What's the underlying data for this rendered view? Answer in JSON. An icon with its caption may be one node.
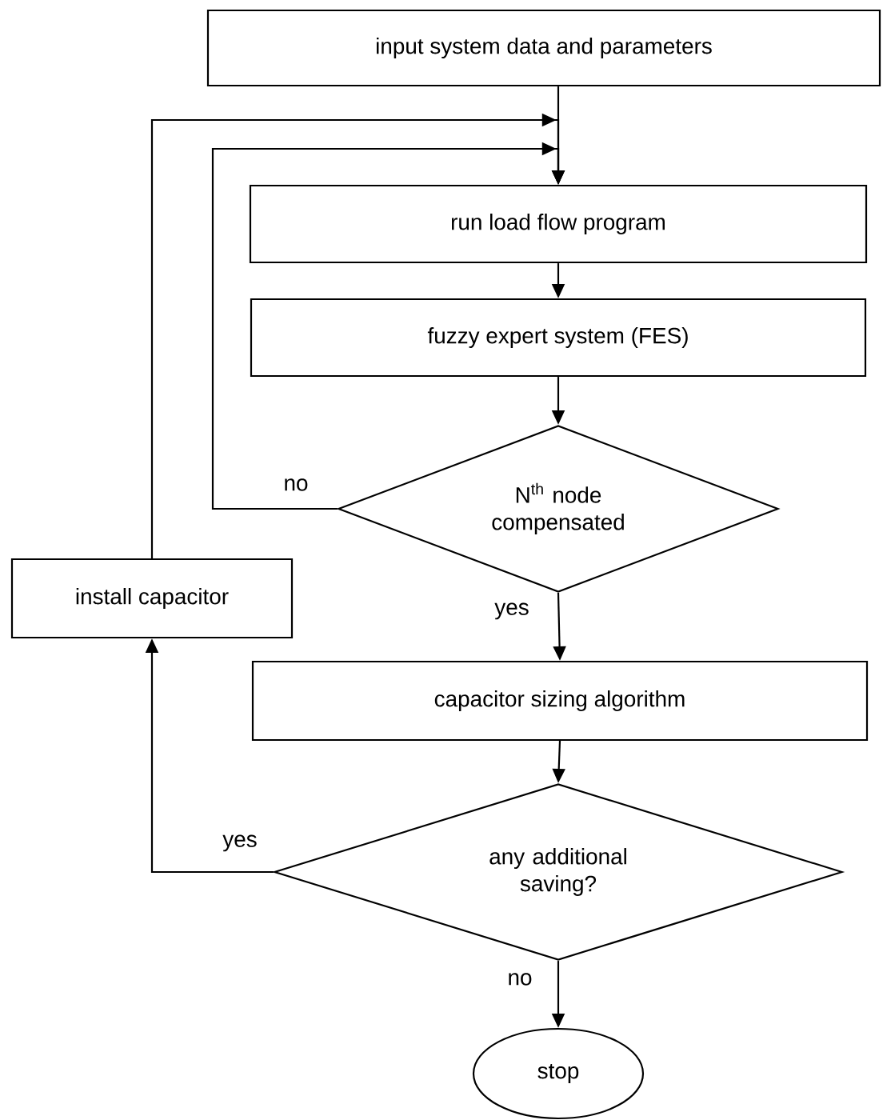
{
  "diagram": {
    "nodes": [
      {
        "text": [
          "input system data and parameters"
        ]
      },
      {
        "text": [
          "run load flow program"
        ]
      },
      {
        "text": [
          "fuzzy expert system (FES)"
        ]
      },
      {
        "text": [
          "N$^{th}$ node compensated"
        ]
      },
      {
        "text": [
          "install capacitor"
        ]
      },
      {
        "text": [
          "capacitor sizing algorithm"
        ]
      },
      {
        "text": [
          "any additional saving?"
        ]
      },
      {
        "text": [
          "stop"
        ]
      }
    ],
    "edges": [
      {
        "from": 0,
        "to": 1,
        "arrow": "to"
      },
      {
        "from": 1,
        "to": 2,
        "arrow": "to"
      },
      {
        "from": 2,
        "to": 3,
        "arrow": "to"
      },
      {
        "from": 3,
        "to": 1,
        "arrow": "to",
        "label": "no"
      },
      {
        "from": 3,
        "to": 5,
        "arrow": "to",
        "label": "yes"
      },
      {
        "from": 5,
        "to": 6,
        "arrow": "to"
      },
      {
        "from": 6,
        "to": 4,
        "arrow": "to",
        "label": "yes"
      },
      {
        "from": 4,
        "to": 1,
        "arrow": "to"
      },
      {
        "from": 6,
        "to": 7,
        "arrow": "to",
        "label": "no"
      }
    ]
  }
}
